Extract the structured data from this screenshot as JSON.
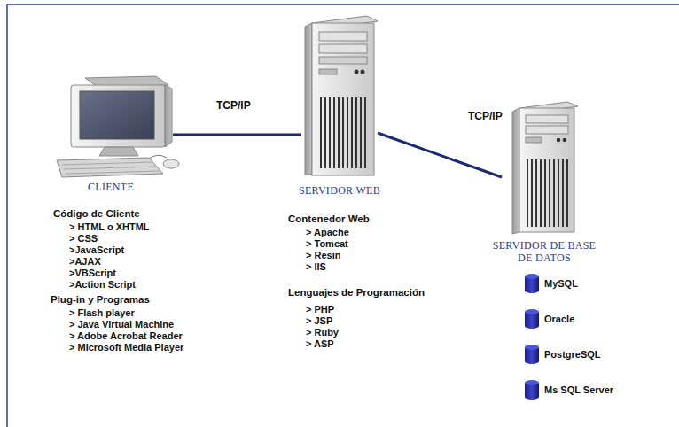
{
  "diagram": {
    "nodes": [
      {
        "text": [
          "CLIENTE"
        ]
      },
      {
        "text": [
          "SERVIDOR WEB"
        ]
      },
      {
        "text": [
          "SERVIDOR DE BASE DE DATOS"
        ]
      }
    ],
    "edges": [
      {
        "from": 0,
        "to": 1,
        "label": "TCP/IP",
        "arrow": "none"
      },
      {
        "from": 1,
        "to": 2,
        "label": "TCP/IP",
        "arrow": "none"
      }
    ],
    "labels": [
      "Código de Cliente",
      "> HTML o XHTML",
      "> CSS",
      ">JavaScript",
      ">AJAX",
      ">VBScript",
      ">Action Script",
      "Plug-in y Programas",
      "> Flash player",
      "> Java Virtual Machine",
      "> Adobe Acrobat Reader",
      "> Microsoft Media Player",
      "Contenedor Web",
      "> Apache",
      "> Tomcat",
      "> Resin",
      "> IIS",
      "Lenguajes de Programación",
      "> PHP",
      "> JSP",
      "> Ruby",
      "> ASP",
      "MySQL",
      "Oracle",
      "PostgreSQL",
      "Ms SQL Server"
    ]
  }
}
